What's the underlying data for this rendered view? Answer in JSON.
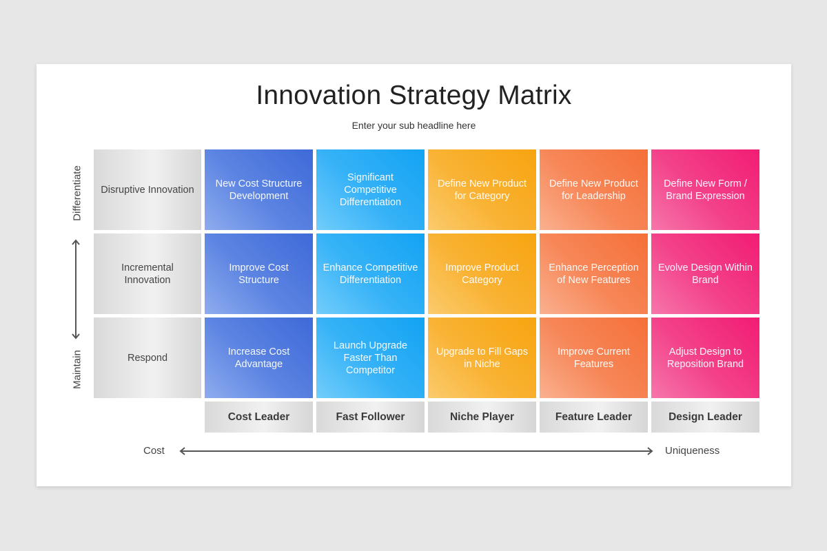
{
  "title": "Innovation Strategy Matrix",
  "subtitle": "Enter your sub headline here",
  "y_axis": {
    "top_label": "Differentiate",
    "bottom_label": "Maintain"
  },
  "x_axis": {
    "left_label": "Cost",
    "right_label": "Uniqueness"
  },
  "rows": [
    {
      "label": "Disruptive Innovation"
    },
    {
      "label": "Incremental Innovation"
    },
    {
      "label": "Respond"
    }
  ],
  "columns": [
    {
      "label": "Cost Leader",
      "color": "#3e6ad8"
    },
    {
      "label": "Fast Follower",
      "color": "#12a3f3"
    },
    {
      "label": "Niche Player",
      "color": "#f7a40f"
    },
    {
      "label": "Feature Leader",
      "color": "#f56f38"
    },
    {
      "label": "Design Leader",
      "color": "#f21c74"
    }
  ],
  "cells": [
    [
      "New Cost Structure Development",
      "Significant Competitive Differentiation",
      "Define New Product for Category",
      "Define New Product for Leadership",
      "Define New Form / Brand Expression"
    ],
    [
      "Improve Cost Structure",
      "Enhance Competitive Differentiation",
      "Improve Product Category",
      "Enhance Perception of New Features",
      "Evolve Design Within Brand"
    ],
    [
      "Increase Cost Advantage",
      "Launch Upgrade Faster Than Competitor",
      "Upgrade to Fill Gaps in Niche",
      "Improve Current Features",
      "Adjust Design to Reposition Brand"
    ]
  ]
}
